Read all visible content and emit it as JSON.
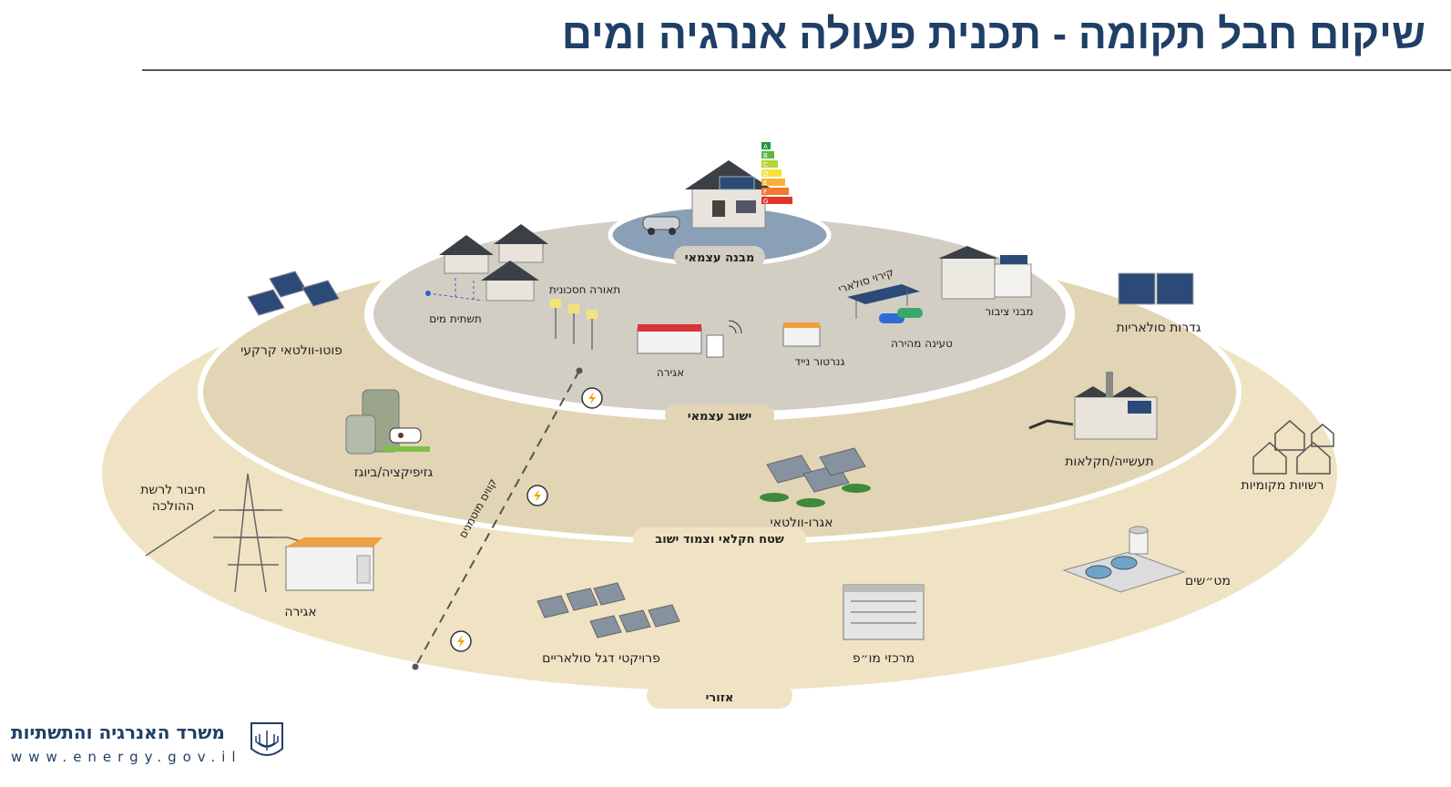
{
  "title": "שיקום חבל תקומה - תכנית פעולה אנרגיה ומים",
  "rings": {
    "inner": "מבנה עצמאי",
    "settlement": "ישוב עצמאי",
    "agri": "שטח חקלאי וצמוד ישוב",
    "regional": "אזורי"
  },
  "labels": {
    "water_infra": "תשתית מים",
    "smart_lighting": "תאורה חסכונית",
    "storage_inner": "אגירה",
    "mobile_generator": "גנרטור נייד",
    "solar_canopy": "קירוי סולארי",
    "fast_charging": "טעינה מהירה",
    "public_buildings": "מבני ציבור",
    "ground_pv": "פוטו-וולטאי קרקעי",
    "solar_fences": "גדרות סולאריות",
    "gasification": "גזיפיקציה/ביוגז",
    "industry_agri": "תעשייה/חקלאות",
    "agrivoltaic": "אגרו-וולטאי",
    "local_authorities": "רשויות מקומיות",
    "grid_connection_line1": "חיבור לרשת",
    "grid_connection_line2": "ההולכה",
    "underground_lines": "קווים מוטמנים",
    "storage_regional": "אגירה",
    "solar_flagship": "פרויקטי דגל סולאריים",
    "data_centers": "מרכזי מו״פ",
    "wastewater": "מט״שים"
  },
  "energy_rating": [
    "A",
    "B",
    "C",
    "D",
    "E",
    "F",
    "G"
  ],
  "footer": {
    "ministry": "משרד האנרגיה והתשתיות",
    "url": "www.energy.gov.il"
  },
  "colors": {
    "title": "#1f3f66",
    "outer_ring": "#f0e3c3",
    "middle_ring": "#e2d5b5",
    "inner_disc": "#d3cec4",
    "center_pad": "#8aa0b6"
  }
}
